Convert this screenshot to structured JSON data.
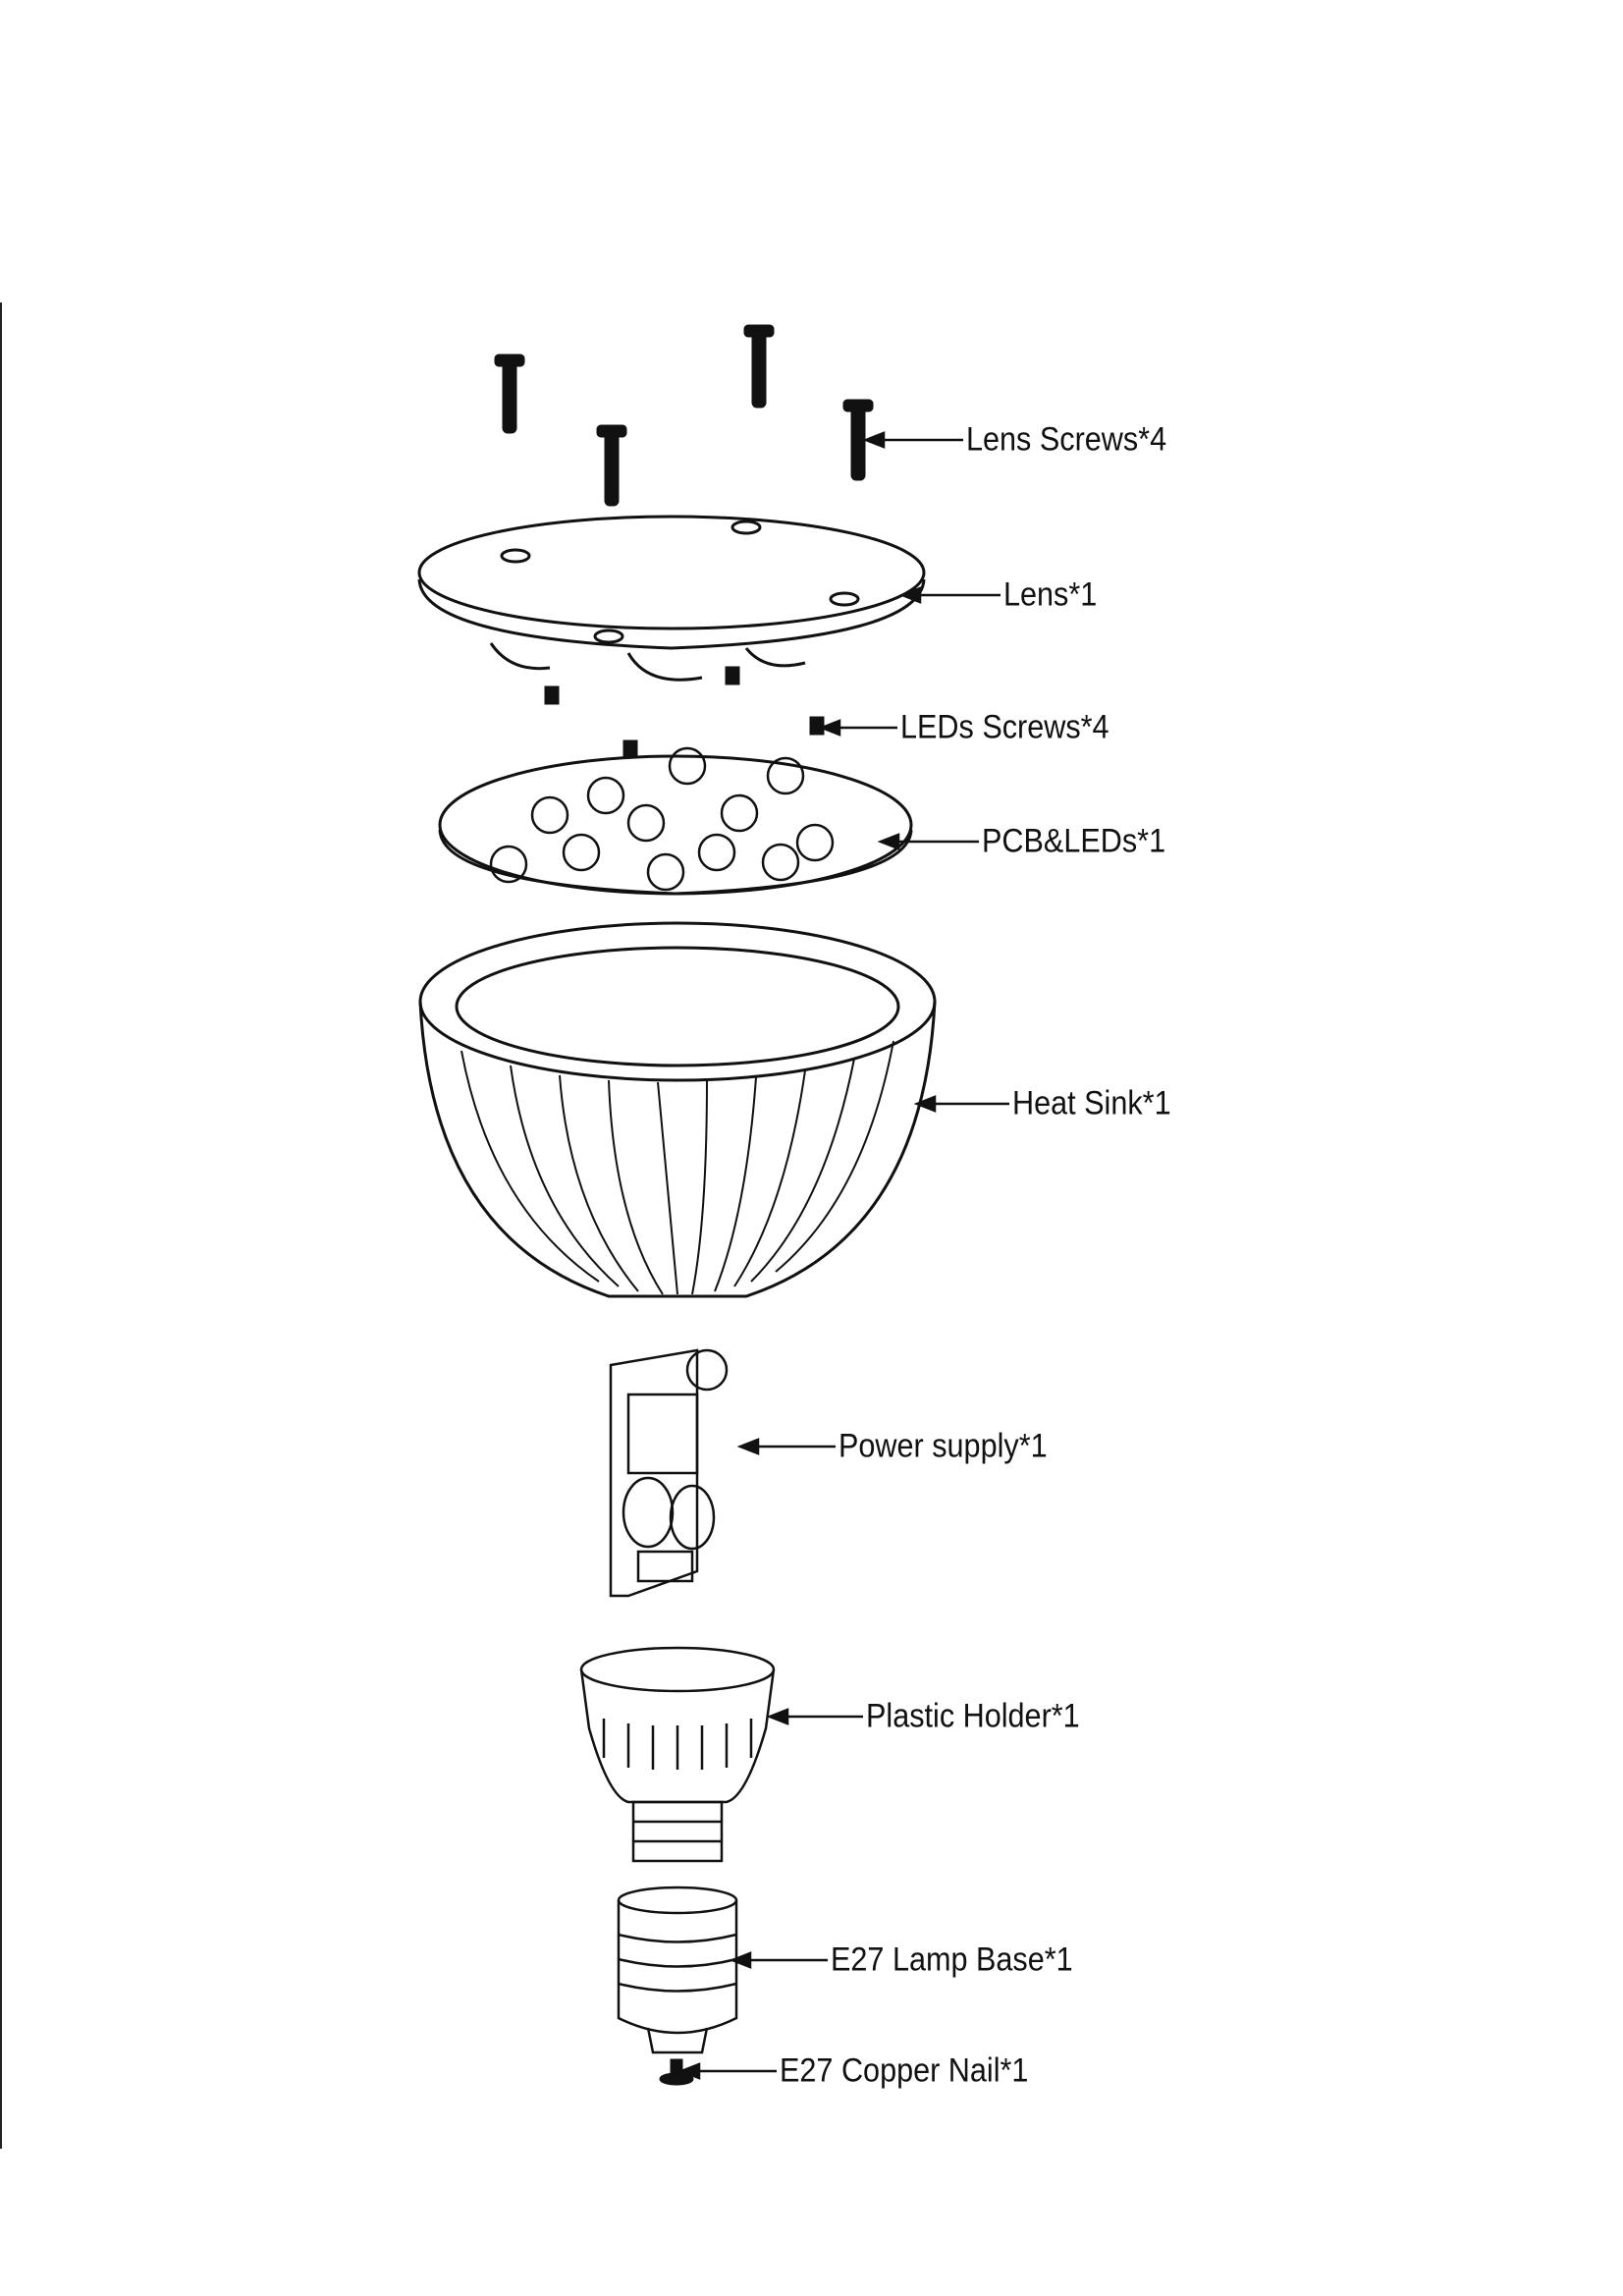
{
  "labels": {
    "lens_screws": "Lens Screws*4",
    "lens": "Lens*1",
    "leds_screws": "LEDs Screws*4",
    "pcb_leds": "PCB&LEDs*1",
    "heat_sink": "Heat Sink*1",
    "power_supply": "Power supply*1",
    "plastic_holder": "Plastic Holder*1",
    "lamp_base": "E27 Lamp Base*1",
    "copper_nail": "E27 Copper Nail*1"
  }
}
